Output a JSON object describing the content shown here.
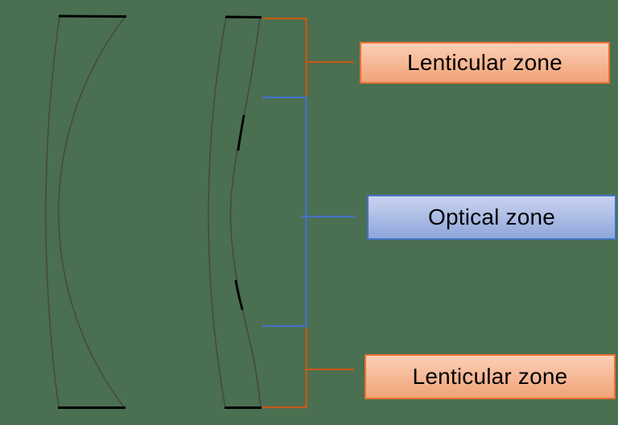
{
  "diagram": {
    "zones": [
      {
        "label": "Lenticular zone",
        "scheme": "orange"
      },
      {
        "label": "Optical zone",
        "scheme": "blue"
      },
      {
        "label": "Lenticular zone",
        "scheme": "orange"
      }
    ]
  },
  "colors": {
    "background": "#4A6F51",
    "lens_line": "#474747",
    "lens_edge": "#000000",
    "bracket_orange": "#C45A15",
    "bracket_blue": "#4472C4",
    "box_orange_border": "#E97132",
    "box_orange_fill_top": "#FBCFB6",
    "box_orange_fill_bottom": "#F1A377",
    "box_blue_border": "#4472C4",
    "box_blue_fill_top": "#C9D3EF",
    "box_blue_fill_bottom": "#8FA6DB",
    "label_text": "#000000"
  }
}
